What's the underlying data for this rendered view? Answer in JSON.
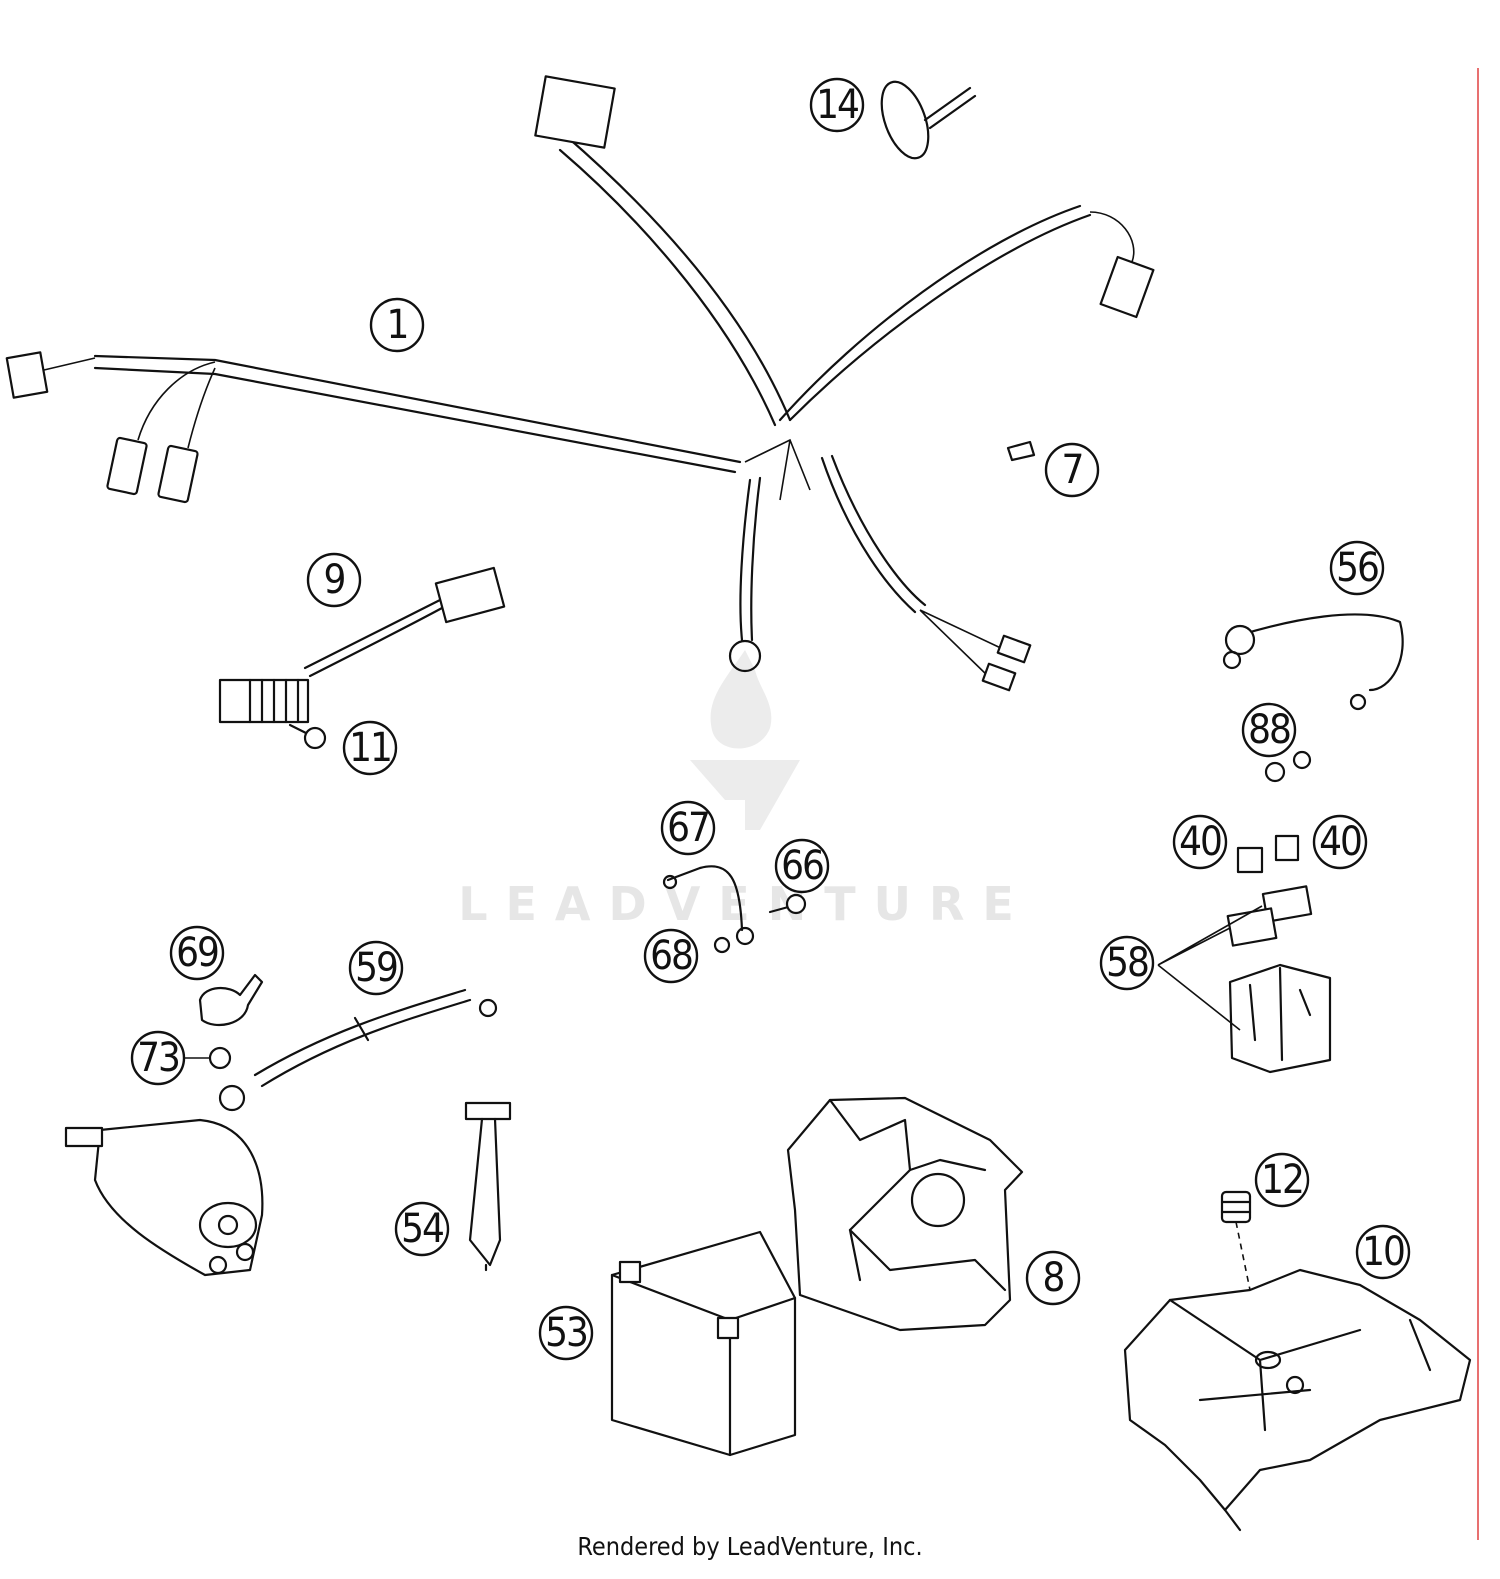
{
  "diagram": {
    "callouts": [
      {
        "id": "c1",
        "label": "1"
      },
      {
        "id": "c14",
        "label": "14"
      },
      {
        "id": "c7",
        "label": "7"
      },
      {
        "id": "c9",
        "label": "9"
      },
      {
        "id": "c11",
        "label": "11"
      },
      {
        "id": "c56",
        "label": "56"
      },
      {
        "id": "c88",
        "label": "88"
      },
      {
        "id": "c40a",
        "label": "40"
      },
      {
        "id": "c40b",
        "label": "40"
      },
      {
        "id": "c58",
        "label": "58"
      },
      {
        "id": "c67",
        "label": "67"
      },
      {
        "id": "c66",
        "label": "66"
      },
      {
        "id": "c68",
        "label": "68"
      },
      {
        "id": "c69",
        "label": "69"
      },
      {
        "id": "c59",
        "label": "59"
      },
      {
        "id": "c73",
        "label": "73"
      },
      {
        "id": "c54",
        "label": "54"
      },
      {
        "id": "c53",
        "label": "53"
      },
      {
        "id": "c8",
        "label": "8"
      },
      {
        "id": "c12",
        "label": "12"
      },
      {
        "id": "c10",
        "label": "10"
      }
    ]
  },
  "watermark": {
    "text": "LEADVENTURE"
  },
  "footer": {
    "text": "Rendered by LeadVenture, Inc."
  }
}
